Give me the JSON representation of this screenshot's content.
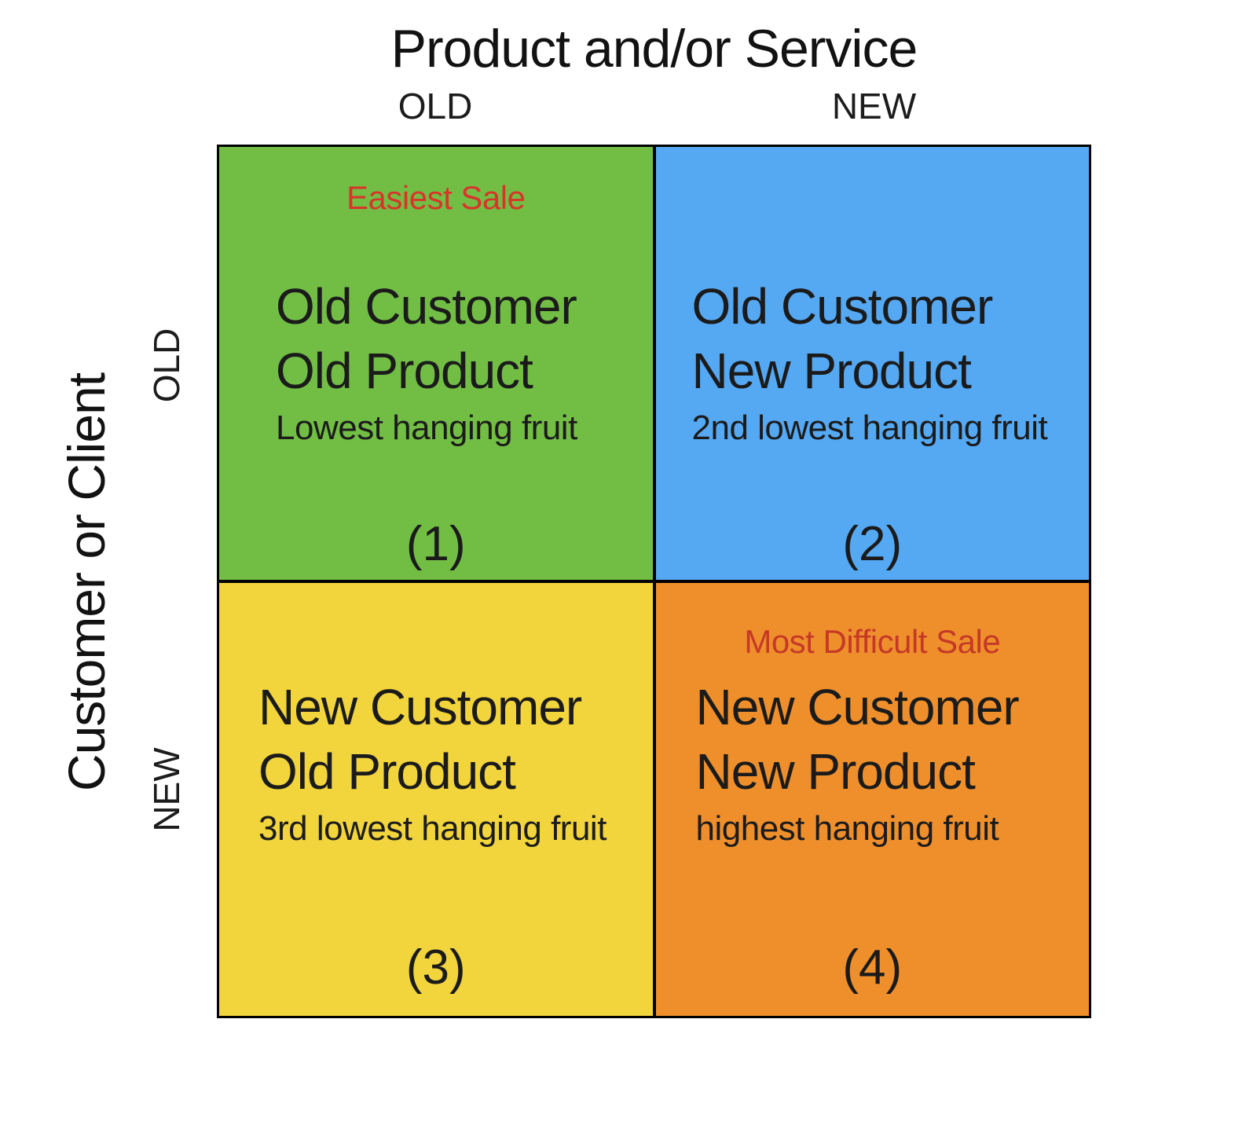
{
  "x_axis": {
    "title": "Product and/or Service",
    "labels": {
      "old": "OLD",
      "new": "NEW"
    }
  },
  "y_axis": {
    "title": "Customer or Client",
    "labels": {
      "old": "OLD",
      "new": "NEW"
    }
  },
  "quadrants": [
    {
      "number": "(1)",
      "color": "#72BE45",
      "tag": "Easiest Sale",
      "tag_color": "#D8352A",
      "line1": "Old Customer",
      "line2": "Old Product",
      "subtitle": "Lowest hanging fruit"
    },
    {
      "number": "(2)",
      "color": "#55A8F2",
      "tag": "",
      "tag_color": "#D8352A",
      "line1": "Old Customer",
      "line2": "New Product",
      "subtitle": "2nd lowest hanging fruit"
    },
    {
      "number": "(3)",
      "color": "#F2D43C",
      "tag": "",
      "tag_color": "#D8352A",
      "line1": "New Customer",
      "line2": "Old Product",
      "subtitle": "3rd lowest hanging fruit"
    },
    {
      "number": "(4)",
      "color": "#EE8F2C",
      "tag": "Most Difficult Sale",
      "tag_color": "#C53926",
      "line1": "New Customer",
      "line2": "New Product",
      "subtitle": "highest hanging fruit"
    }
  ]
}
